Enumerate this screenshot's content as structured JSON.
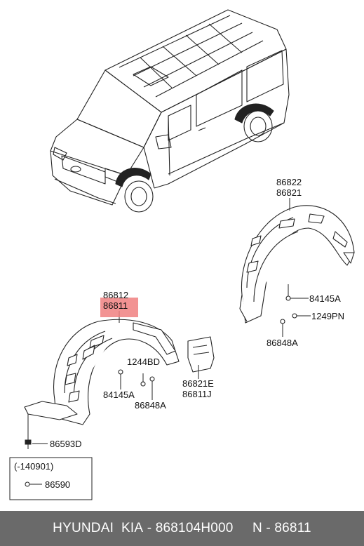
{
  "diagram": {
    "labels": {
      "rear_upper": "86822",
      "rear_lower": "86821",
      "rear_clip": "84145A",
      "rear_pin": "1249PN",
      "rear_screw": "86848A",
      "front_upper": "86812",
      "front_lower": "86811",
      "front_bolt": "1244BD",
      "front_clip": "84145A",
      "front_screw": "86848A",
      "flap_upper": "86821E",
      "flap_lower": "86811J",
      "bottom_screw": "86593D"
    },
    "legend": {
      "date_note": "(-140901)",
      "part": "86590"
    },
    "highlight_color": "#f08080"
  },
  "footer": {
    "brand": "HYUNDAI  KIA",
    "part_number": "868104H000",
    "suffix": "N - 86811"
  }
}
